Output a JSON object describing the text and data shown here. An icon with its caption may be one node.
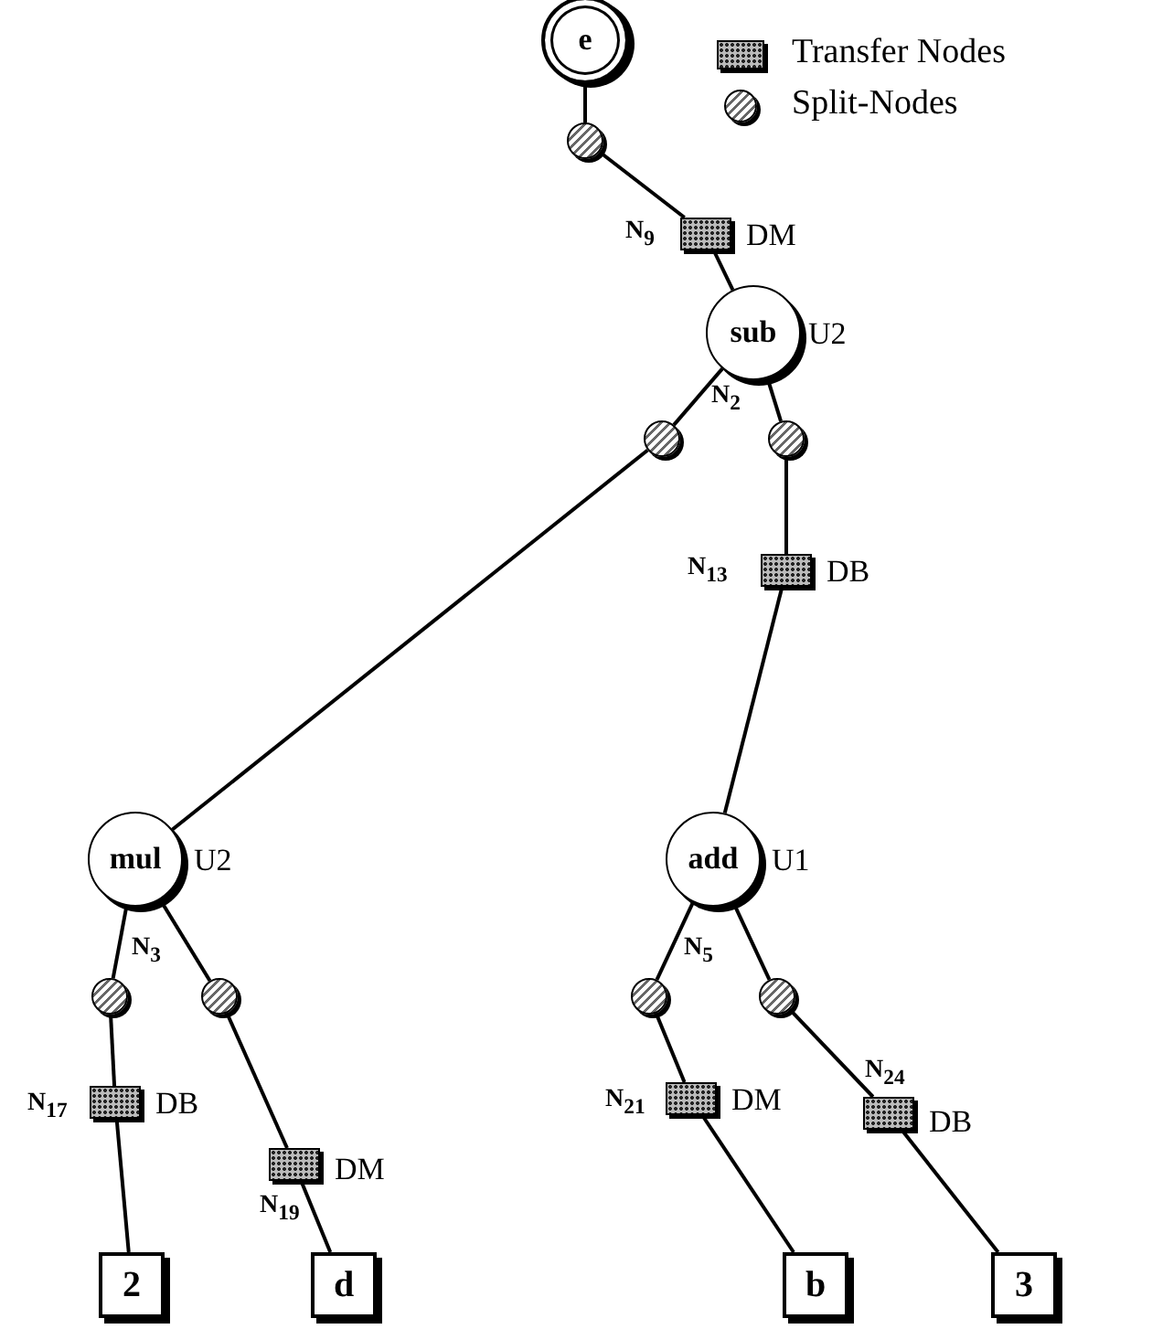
{
  "diagram": {
    "nodes": [
      {
        "text": [
          "e"
        ]
      },
      {
        "text": [],
        "shape": "circle"
      },
      {
        "text": [],
        "shape": "box",
        "beside": [
          "N$_{9}$",
          "DM"
        ]
      },
      {
        "text": [
          "sub"
        ],
        "beside": [
          "U2"
        ]
      },
      {
        "text": [],
        "shape": "circle"
      },
      {
        "text": [],
        "shape": "circle"
      },
      {
        "text": [],
        "shape": "box",
        "beside": [
          "N$_{13}$",
          "DB"
        ]
      },
      {
        "text": [
          "mul"
        ],
        "beside": [
          "U2",
          "N$_{3}$"
        ]
      },
      {
        "text": [
          "add"
        ],
        "beside": [
          "U1",
          "N$_{5}$"
        ]
      },
      {
        "text": [],
        "shape": "circle"
      },
      {
        "text": [],
        "shape": "circle"
      },
      {
        "text": [],
        "shape": "circle"
      },
      {
        "text": [],
        "shape": "circle"
      },
      {
        "text": [],
        "shape": "box",
        "beside": [
          "N$_{17}$",
          "DB"
        ]
      },
      {
        "text": [],
        "shape": "box",
        "beside": [
          "N$_{21}$",
          "DM"
        ]
      },
      {
        "text": [],
        "shape": "box",
        "beside": [
          "N$_{24}$",
          "DB"
        ]
      },
      {
        "text": [],
        "shape": "box",
        "beside": [
          "DM",
          "N$_{19}$"
        ]
      },
      {
        "text": [
          "2"
        ]
      },
      {
        "text": [
          "d"
        ]
      },
      {
        "text": [
          "b"
        ]
      },
      {
        "text": [
          "3"
        ]
      }
    ],
    "edges": [
      {
        "from": 0,
        "to": 1,
        "arrow": "none"
      },
      {
        "from": 1,
        "to": 2,
        "arrow": "none"
      },
      {
        "from": 2,
        "to": 3,
        "arrow": "none"
      },
      {
        "from": 3,
        "to": 4,
        "arrow": "none"
      },
      {
        "from": 3,
        "to": 5,
        "arrow": "none"
      },
      {
        "from": 4,
        "to": 7,
        "arrow": "none"
      },
      {
        "from": 5,
        "to": 6,
        "arrow": "none"
      },
      {
        "from": 6,
        "to": 8,
        "arrow": "none"
      },
      {
        "from": 7,
        "to": 9,
        "arrow": "none"
      },
      {
        "from": 7,
        "to": 10,
        "arrow": "none"
      },
      {
        "from": 8,
        "to": 11,
        "arrow": "none"
      },
      {
        "from": 8,
        "to": 12,
        "arrow": "none"
      },
      {
        "from": 9,
        "to": 13,
        "arrow": "none"
      },
      {
        "from": 10,
        "to": 16,
        "arrow": "none"
      },
      {
        "from": 11,
        "to": 14,
        "arrow": "none"
      },
      {
        "from": 12,
        "to": 15,
        "arrow": "none"
      },
      {
        "from": 13,
        "to": 17,
        "arrow": "none"
      },
      {
        "from": 16,
        "to": 18,
        "arrow": "none"
      },
      {
        "from": 14,
        "to": 19,
        "arrow": "none"
      },
      {
        "from": 15,
        "to": 20,
        "arrow": "none"
      }
    ],
    "labels": [
      "N$_{2}$"
    ],
    "legend": [
      {
        "text": "Transfer Nodes"
      },
      {
        "text": "Split-Nodes"
      }
    ]
  }
}
